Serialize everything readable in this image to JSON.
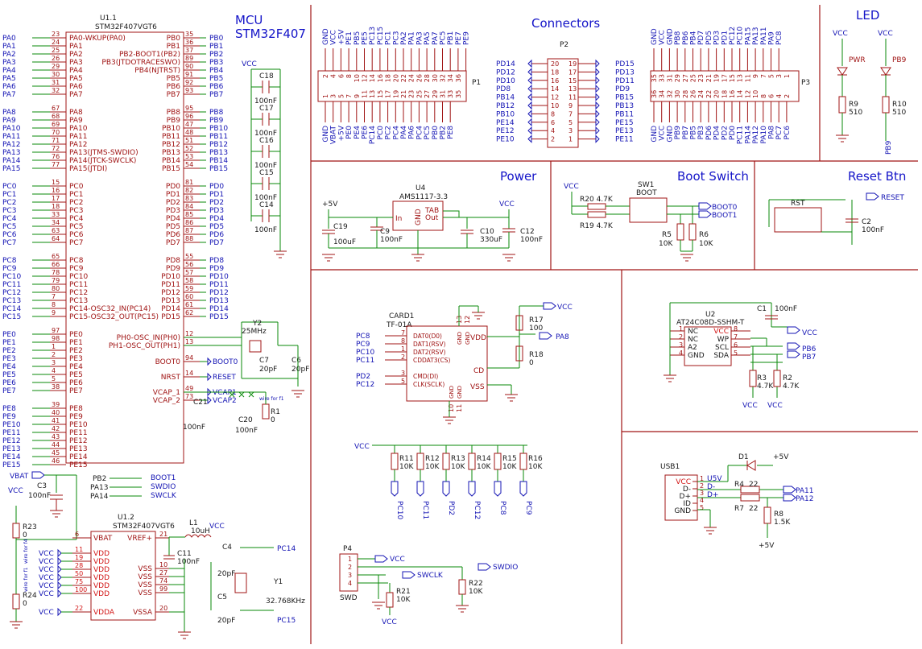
{
  "sections": {
    "mcu": "MCU\nSTM32F407",
    "mcu_line1": "MCU",
    "mcu_line2": "STM32F407",
    "connectors": "Connectors",
    "led": "LED",
    "power": "Power",
    "boot": "Boot Switch",
    "reset": "Reset Btn"
  },
  "u1": {
    "ref": "U1.1",
    "part": "STM32F407VGT6",
    "left_pins": [
      {
        "num": "23",
        "name": "PA0-WKUP(PA0)",
        "net": "PA0"
      },
      {
        "num": "24",
        "name": "PA1",
        "net": "PA1"
      },
      {
        "num": "25",
        "name": "PA2",
        "net": "PA2"
      },
      {
        "num": "26",
        "name": "PA3",
        "net": "PA3"
      },
      {
        "num": "29",
        "name": "PA4",
        "net": "PA4"
      },
      {
        "num": "30",
        "name": "PA5",
        "net": "PA5"
      },
      {
        "num": "31",
        "name": "PA6",
        "net": "PA6"
      },
      {
        "num": "32",
        "name": "PA7",
        "net": "PA7"
      },
      {
        "num": "67",
        "name": "PA8",
        "net": "PA8"
      },
      {
        "num": "68",
        "name": "PA9",
        "net": "PA9"
      },
      {
        "num": "69",
        "name": "PA10",
        "net": "PA10"
      },
      {
        "num": "70",
        "name": "PA11",
        "net": "PA11"
      },
      {
        "num": "71",
        "name": "PA12",
        "net": "PA12"
      },
      {
        "num": "72",
        "name": "PA13(JTMS-SWDIO)",
        "net": "PA13"
      },
      {
        "num": "76",
        "name": "PA14(JTCK-SWCLK)",
        "net": "PA14"
      },
      {
        "num": "77",
        "name": "PA15(JTDI)",
        "net": "PA15"
      },
      {
        "num": "15",
        "name": "PC0",
        "net": "PC0"
      },
      {
        "num": "16",
        "name": "PC1",
        "net": "PC1"
      },
      {
        "num": "17",
        "name": "PC2",
        "net": "PC2"
      },
      {
        "num": "18",
        "name": "PC3",
        "net": "PC3"
      },
      {
        "num": "33",
        "name": "PC4",
        "net": "PC4"
      },
      {
        "num": "34",
        "name": "PC5",
        "net": "PC5"
      },
      {
        "num": "63",
        "name": "PC6",
        "net": "PC6"
      },
      {
        "num": "64",
        "name": "PC7",
        "net": "PC7"
      },
      {
        "num": "65",
        "name": "PC8",
        "net": "PC8"
      },
      {
        "num": "66",
        "name": "PC9",
        "net": "PC9"
      },
      {
        "num": "78",
        "name": "PC10",
        "net": "PC10"
      },
      {
        "num": "79",
        "name": "PC11",
        "net": "PC11"
      },
      {
        "num": "80",
        "name": "PC12",
        "net": "PC12"
      },
      {
        "num": "7",
        "name": "PC13",
        "net": "PC13"
      },
      {
        "num": "8",
        "name": "PC14-OSC32_IN(PC14)",
        "net": "PC14"
      },
      {
        "num": "9",
        "name": "PC15-OSC32_OUT(PC15)",
        "net": "PC15"
      },
      {
        "num": "97",
        "name": "PE0",
        "net": "PE0"
      },
      {
        "num": "98",
        "name": "PE1",
        "net": "PE1"
      },
      {
        "num": "1",
        "name": "PE2",
        "net": "PE2"
      },
      {
        "num": "2",
        "name": "PE3",
        "net": "PE3"
      },
      {
        "num": "3",
        "name": "PE4",
        "net": "PE4"
      },
      {
        "num": "4",
        "name": "PE5",
        "net": "PE5"
      },
      {
        "num": "5",
        "name": "PE6",
        "net": "PE6"
      },
      {
        "num": "38",
        "name": "PE7",
        "net": "PE7"
      },
      {
        "num": "39",
        "name": "PE8",
        "net": "PE8"
      },
      {
        "num": "40",
        "name": "PE9",
        "net": "PE9"
      },
      {
        "num": "41",
        "name": "PE10",
        "net": "PE10"
      },
      {
        "num": "42",
        "name": "PE11",
        "net": "PE11"
      },
      {
        "num": "43",
        "name": "PE12",
        "net": "PE12"
      },
      {
        "num": "44",
        "name": "PE13",
        "net": "PE13"
      },
      {
        "num": "45",
        "name": "PE14",
        "net": "PE14"
      },
      {
        "num": "46",
        "name": "PE15",
        "net": "PE15"
      }
    ],
    "right_pins": [
      {
        "num": "35",
        "name": "PB0",
        "net": "PB0"
      },
      {
        "num": "36",
        "name": "PB1",
        "net": "PB1"
      },
      {
        "num": "37",
        "name": "PB2-BOOT1(PB2)",
        "net": "PB2"
      },
      {
        "num": "89",
        "name": "PB3(JTDOTRACESWO)",
        "net": "PB3"
      },
      {
        "num": "90",
        "name": "PB4(NJTRST)",
        "net": "PB4"
      },
      {
        "num": "91",
        "name": "PB5",
        "net": "PB5"
      },
      {
        "num": "92",
        "name": "PB6",
        "net": "PB6"
      },
      {
        "num": "93",
        "name": "PB7",
        "net": "PB7"
      },
      {
        "num": "95",
        "name": "PB8",
        "net": "PB8"
      },
      {
        "num": "96",
        "name": "PB9",
        "net": "PB9"
      },
      {
        "num": "47",
        "name": "PB10",
        "net": "PB10"
      },
      {
        "num": "48",
        "name": "PB11",
        "net": "PB11"
      },
      {
        "num": "51",
        "name": "PB12",
        "net": "PB12"
      },
      {
        "num": "52",
        "name": "PB13",
        "net": "PB13"
      },
      {
        "num": "53",
        "name": "PB14",
        "net": "PB14"
      },
      {
        "num": "54",
        "name": "PB15",
        "net": "PB15"
      },
      {
        "num": "81",
        "name": "PD0",
        "net": "PD0"
      },
      {
        "num": "82",
        "name": "PD1",
        "net": "PD1"
      },
      {
        "num": "83",
        "name": "PD2",
        "net": "PD2"
      },
      {
        "num": "84",
        "name": "PD3",
        "net": "PD3"
      },
      {
        "num": "85",
        "name": "PD4",
        "net": "PD4"
      },
      {
        "num": "86",
        "name": "PD5",
        "net": "PD5"
      },
      {
        "num": "87",
        "name": "PD6",
        "net": "PD6"
      },
      {
        "num": "88",
        "name": "PD7",
        "net": "PD7"
      },
      {
        "num": "55",
        "name": "PD8",
        "net": "PD8"
      },
      {
        "num": "56",
        "name": "PD9",
        "net": "PD9"
      },
      {
        "num": "57",
        "name": "PD10",
        "net": "PD10"
      },
      {
        "num": "58",
        "name": "PD11",
        "net": "PD11"
      },
      {
        "num": "59",
        "name": "PD12",
        "net": "PD12"
      },
      {
        "num": "60",
        "name": "PD13",
        "net": "PD13"
      },
      {
        "num": "61",
        "name": "PD14",
        "net": "PD14"
      },
      {
        "num": "62",
        "name": "PD15",
        "net": "PD15"
      },
      {
        "num": "12",
        "name": "PH0-OSC_IN(PH0)",
        "net": ""
      },
      {
        "num": "13",
        "name": "PH1-OSC_OUT(PH1)",
        "net": ""
      },
      {
        "num": "94",
        "name": "BOOT0",
        "net": "BOOT0"
      },
      {
        "num": "14",
        "name": "NRST",
        "net": "RESET"
      },
      {
        "num": "49",
        "name": "VCAP_1",
        "net": "VCAP1"
      },
      {
        "num": "73",
        "name": "VCAP_2",
        "net": "VCAP2"
      }
    ]
  },
  "decoupling": {
    "vcc": "VCC",
    "caps": [
      {
        "ref": "C18",
        "val": "100nF"
      },
      {
        "ref": "C17",
        "val": "100nF"
      },
      {
        "ref": "C16",
        "val": "100nF"
      },
      {
        "ref": "C15",
        "val": "100nF"
      },
      {
        "ref": "C14",
        "val": "100nF"
      }
    ]
  },
  "xtal": {
    "y2_ref": "Y2",
    "y2_val": "25MHz",
    "c7_ref": "C7",
    "c7_val": "20pF",
    "c6_ref": "C6",
    "c6_val": "20pF",
    "c21_ref": "C21",
    "c21_val": "100nF",
    "c20_ref": "C20",
    "c20_val": "100nF",
    "r1_ref": "R1",
    "r1_val": "0",
    "wire_note": "wire for f1"
  },
  "swd_labels": [
    {
      "pin": "PB2",
      "net": "BOOT1"
    },
    {
      "pin": "PA13",
      "net": "SWDIO"
    },
    {
      "pin": "PA14",
      "net": "SWCLK"
    }
  ],
  "vbat": {
    "label": "VBAT",
    "vcc": "VCC",
    "c3_ref": "C3",
    "c3_val": "100nF",
    "r23_ref": "R23",
    "r23_val": "0",
    "r24_ref": "R24",
    "r24_val": "0",
    "wire_note_top": "wire for f4",
    "wire_note_bottom": "wire for f1"
  },
  "u12": {
    "ref": "U1.2",
    "part": "STM32F407VGT6",
    "pins_left": [
      {
        "num": "6",
        "name": "VBAT"
      },
      {
        "num": "11",
        "name": "VDD"
      },
      {
        "num": "19",
        "name": "VDD"
      },
      {
        "num": "28",
        "name": "VDD"
      },
      {
        "num": "50",
        "name": "VDD"
      },
      {
        "num": "75",
        "name": "VDD"
      },
      {
        "num": "100",
        "name": "VDD"
      },
      {
        "num": "22",
        "name": "VDDA"
      }
    ],
    "pins_right": [
      {
        "num": "21",
        "name": "VREF+"
      },
      {
        "num": "10",
        "name": "VSS"
      },
      {
        "num": "27",
        "name": "VSS"
      },
      {
        "num": "74",
        "name": "VSS"
      },
      {
        "num": "99",
        "name": "VSS"
      },
      {
        "num": "20",
        "name": "VSSA"
      }
    ],
    "vcc": "VCC",
    "l1_ref": "L1",
    "l1_val": "10uH",
    "c11_ref": "C11",
    "c11_val": "100nF",
    "c4_ref": "C4",
    "c4_val": "20pF",
    "c5_ref": "C5",
    "c5_val": "20pF",
    "y1_ref": "Y1",
    "y1_val": "32.768KHz",
    "pc14": "PC14",
    "pc15": "PC15"
  },
  "connectors": {
    "p1_ref": "P1",
    "p2_ref": "P2",
    "p3_ref": "P3",
    "p1_top": [
      "GND",
      "VCC",
      "+5V",
      "PE1",
      "PB5",
      "PE5",
      "PC13",
      "PC15",
      "PC1",
      "PC3",
      "PA2",
      "PA1",
      "PA3",
      "PA5",
      "PA7",
      "PC5",
      "PB1",
      "PE7",
      "PE9"
    ],
    "p1_bottom": [
      "GND",
      "VBAT",
      "+5V",
      "PE0",
      "PE4",
      "PE6",
      "PC14",
      "PC0",
      "PC2",
      "PC4",
      "PA4",
      "PA6",
      "PC4",
      "PC5",
      "PB0",
      "PB2",
      "PE8"
    ],
    "p1_top_nums": [
      "2",
      "4",
      "6",
      "8",
      "10",
      "12",
      "14",
      "16",
      "18",
      "20",
      "22",
      "24",
      "26",
      "28",
      "30",
      "32",
      "34",
      "36"
    ],
    "p1_bot_nums": [
      "1",
      "3",
      "5",
      "7",
      "9",
      "11",
      "13",
      "15",
      "17",
      "19",
      "21",
      "23",
      "25",
      "27",
      "29",
      "31",
      "33",
      "35"
    ],
    "p2_left": [
      "PD14",
      "PD12",
      "PD10",
      "PD8",
      "PB14",
      "PB12",
      "PB10",
      "PE14",
      "PE12",
      "PE10"
    ],
    "p2_right": [
      "PD15",
      "PD13",
      "PD11",
      "PD9",
      "PB15",
      "PB13",
      "PB11",
      "PE15",
      "PE13",
      "PE11"
    ],
    "p2_lnums": [
      "20",
      "18",
      "16",
      "14",
      "12",
      "10",
      "8",
      "6",
      "4",
      "2"
    ],
    "p2_rnums": [
      "19",
      "17",
      "15",
      "13",
      "11",
      "9",
      "7",
      "5",
      "3",
      "1"
    ],
    "p3_top": [
      "GND",
      "VCC",
      "GND",
      "PB8",
      "PB6",
      "PB4",
      "PD7",
      "PD5",
      "PD3",
      "PD1",
      "PC12",
      "PC10",
      "PA15",
      "PA13",
      "PA11",
      "PA9",
      "PC8"
    ],
    "p3_bottom": [
      "GND",
      "VCC",
      "GND",
      "PB9",
      "PB7",
      "PB5",
      "PB3",
      "PD6",
      "PD4",
      "PD2",
      "PD0",
      "PC11",
      "PA14",
      "PA12",
      "PA10",
      "PA8",
      "PC7",
      "PC6"
    ],
    "p3_top_nums": [
      "35",
      "33",
      "31",
      "29",
      "27",
      "25",
      "23",
      "21",
      "19",
      "17",
      "15",
      "13",
      "11",
      "9",
      "7",
      "5",
      "3",
      "1"
    ],
    "p3_bot_nums": [
      "36",
      "34",
      "32",
      "30",
      "28",
      "26",
      "24",
      "22",
      "20",
      "18",
      "16",
      "14",
      "12",
      "10",
      "8",
      "6",
      "4",
      "2"
    ]
  },
  "led": {
    "vcc": "VCC",
    "pwr": "PWR",
    "pb9": "PB9",
    "r9_ref": "R9",
    "r9_val": "510",
    "r10_ref": "R10",
    "r10_val": "510"
  },
  "power": {
    "p5v": "+5V",
    "vcc": "VCC",
    "u4_ref": "U4",
    "u4_part": "AMS1117-3.3",
    "in": "In",
    "out": "Out",
    "tab": "TAB",
    "gnd": "GND",
    "c19_ref": "C19",
    "c19_val": "100uF",
    "c9_ref": "C9",
    "c9_val": "100nF",
    "c10_ref": "C10",
    "c10_val": "330uF",
    "c12_ref": "C12",
    "c12_val": "100nF"
  },
  "boot": {
    "vcc": "VCC",
    "r20": "R20 4.7K",
    "r19": "R19 4.7K",
    "sw_ref": "SW1",
    "sw_val": "BOOT",
    "boot0": "BOOT0",
    "boot1": "BOOT1",
    "r5_ref": "R5",
    "r5_val": "10K",
    "r6_ref": "R6",
    "r6_val": "10K"
  },
  "reset": {
    "rst": "RST",
    "net": "RESET",
    "c2_ref": "C2",
    "c2_val": "100nF"
  },
  "card": {
    "ref": "CARD1",
    "part": "TF-01A",
    "pins": [
      {
        "num": "7",
        "name": "DAT0(D0)",
        "net": "PC8"
      },
      {
        "num": "8",
        "name": "DAT1(RSV)",
        "net": "PC9"
      },
      {
        "num": "1",
        "name": "DAT2(RSV)",
        "net": "PC10"
      },
      {
        "num": "2",
        "name": "CDDAT3(CS)",
        "net": "PC11"
      },
      {
        "num": "3",
        "name": "CMD(DI)",
        "net": "PD2"
      },
      {
        "num": "5",
        "name": "CLK(SCLK)",
        "net": "PC12"
      }
    ],
    "vdd": "VDD",
    "cd": "CD",
    "vss": "VSS",
    "gnd": "GND",
    "vcc": "VCC",
    "pa8": "PA8",
    "r17_ref": "R17",
    "r17_val": "100",
    "r18_ref": "R18",
    "r18_val": "0"
  },
  "pullups": {
    "vcc": "VCC",
    "items": [
      {
        "ref": "R11",
        "val": "10K",
        "net": "PC10"
      },
      {
        "ref": "R12",
        "val": "10K",
        "net": "PC11"
      },
      {
        "ref": "R13",
        "val": "10K",
        "net": "PD2"
      },
      {
        "ref": "R14",
        "val": "10K",
        "net": "PC12"
      },
      {
        "ref": "R15",
        "val": "10K",
        "net": "PC8"
      },
      {
        "ref": "R16",
        "val": "10K",
        "net": "PC9"
      }
    ]
  },
  "swd": {
    "ref": "P4",
    "name": "SWD",
    "vcc": "VCC",
    "swdio": "SWDIO",
    "swclk": "SWCLK",
    "r21_ref": "R21",
    "r21_val": "10K",
    "r22_ref": "R22",
    "r22_val": "10K"
  },
  "eeprom": {
    "ref": "U2",
    "part": "AT24C08D-SSHM-T",
    "left": [
      {
        "num": "1",
        "name": "NC"
      },
      {
        "num": "2",
        "name": "NC"
      },
      {
        "num": "3",
        "name": "A2"
      },
      {
        "num": "4",
        "name": "GND"
      }
    ],
    "right": [
      {
        "num": "8",
        "name": "VCC"
      },
      {
        "num": "7",
        "name": "WP"
      },
      {
        "num": "6",
        "name": "SCL"
      },
      {
        "num": "5",
        "name": "SDA"
      }
    ],
    "c1_ref": "C1",
    "c1_val": "100nF",
    "vcc": "VCC",
    "pb6": "PB6",
    "pb7": "PB7",
    "r3_ref": "R3",
    "r3_val": "4.7K",
    "r2_ref": "R2",
    "r2_val": "4.7K"
  },
  "usb": {
    "ref": "USB1",
    "pins": [
      {
        "num": "1",
        "name": "VCC"
      },
      {
        "num": "2",
        "name": "D-"
      },
      {
        "num": "3",
        "name": "D+"
      },
      {
        "num": "4",
        "name": "ID"
      },
      {
        "num": "5",
        "name": "GND"
      }
    ],
    "u5v": "U5V",
    "dm": "D-",
    "dp": "D+",
    "d1": "D1",
    "p5v": "+5V",
    "r4": "R4",
    "r4_val": "22",
    "r7": "R7",
    "r7_val": "22",
    "r8_ref": "R8",
    "r8_val": "1.5K",
    "pa11": "PA11",
    "pa12": "PA12"
  }
}
